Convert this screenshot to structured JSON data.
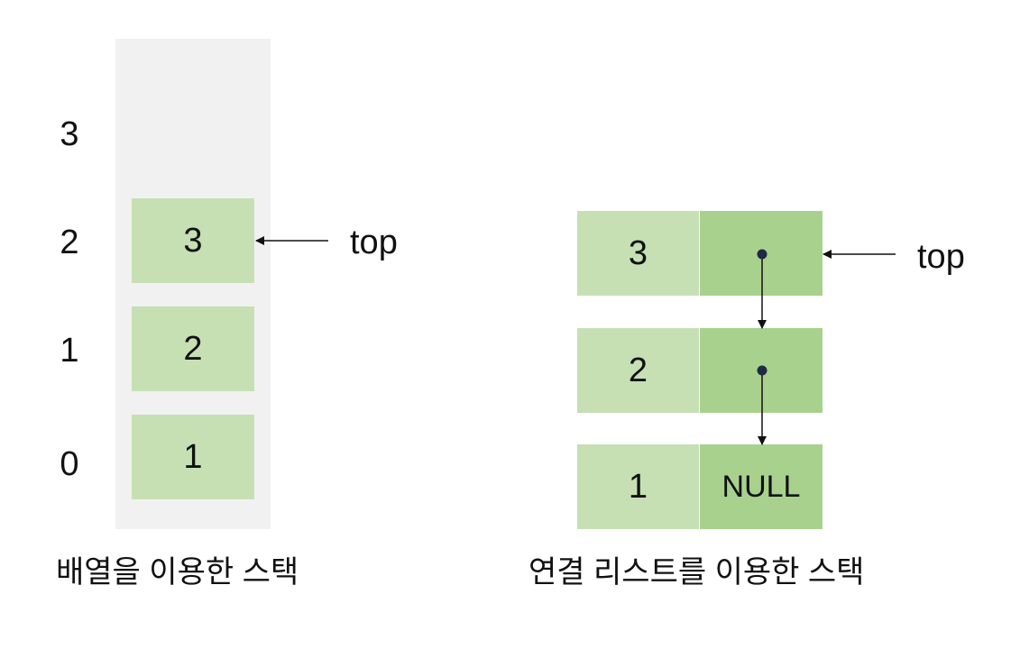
{
  "array_stack": {
    "indices": [
      "3",
      "2",
      "1",
      "0"
    ],
    "cells": [
      "3",
      "2",
      "1"
    ],
    "top_label": "top",
    "caption": "배열을 이용한 스택"
  },
  "linked_stack": {
    "nodes": [
      {
        "data": "3",
        "next": ""
      },
      {
        "data": "2",
        "next": ""
      },
      {
        "data": "1",
        "next": "NULL"
      }
    ],
    "top_label": "top",
    "caption": "연결 리스트를 이용한 스택"
  },
  "colors": {
    "array_background": "#f1f1f1",
    "cell_light_green": "#c6e0b4",
    "cell_dark_green": "#a9d18e",
    "pointer_dot": "#1f2a44"
  }
}
